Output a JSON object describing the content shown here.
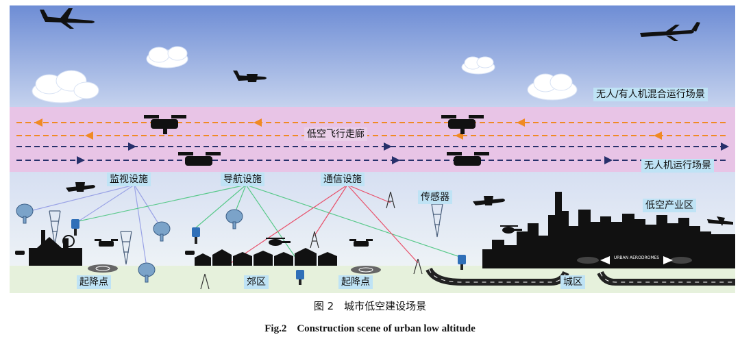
{
  "labels": {
    "mixed_scene": "无人/有人机混合运行场景",
    "corridor": "低空飞行走廊",
    "uav_scene": "无人机运行场景",
    "surveillance": "监视设施",
    "navigation": "导航设施",
    "communication": "通信设施",
    "sensor": "传感器",
    "industrial_zone": "低空产业区",
    "takeoff_landing_1": "起降点",
    "suburb": "郊区",
    "takeoff_landing_2": "起降点",
    "urban": "城区",
    "aerodrome": "URBAN AERODROMES"
  },
  "caption": {
    "cn": "图 2　城市低空建设场景",
    "en": "Fig.2　Construction scene of urban low altitude"
  },
  "colors": {
    "sky_top": "#6f8ed6",
    "sky_bottom": "#c9d6ef",
    "corridor_band": "#e9c6e6",
    "orange_arrow": "#f08a24",
    "navy_arrow": "#27306b",
    "ground": "#e7f2dd",
    "silhouette": "#111111",
    "surveillance_line": "#9aa3e6",
    "navigation_line": "#58c98a",
    "communication_line": "#e8506a"
  }
}
